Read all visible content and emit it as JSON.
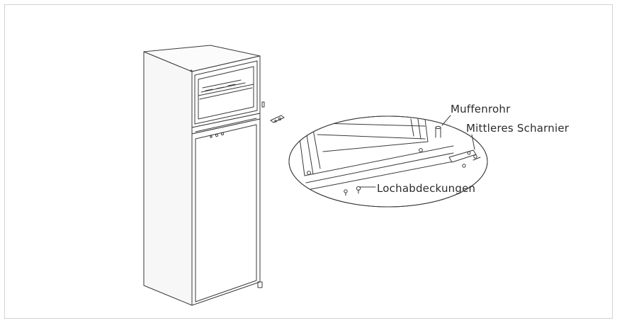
{
  "labels": {
    "sleeve_pipe": "Muffenrohr",
    "middle_hinge": "Mittleres Scharnier",
    "hole_covers": "Lochabdeckungen"
  },
  "icons": [
    "refrigerator-drawing",
    "zoom-detail-ellipse"
  ],
  "colors": {
    "line": "#3a3a3a",
    "frame": "#d2d2d2",
    "text": "#2c2c2c"
  }
}
